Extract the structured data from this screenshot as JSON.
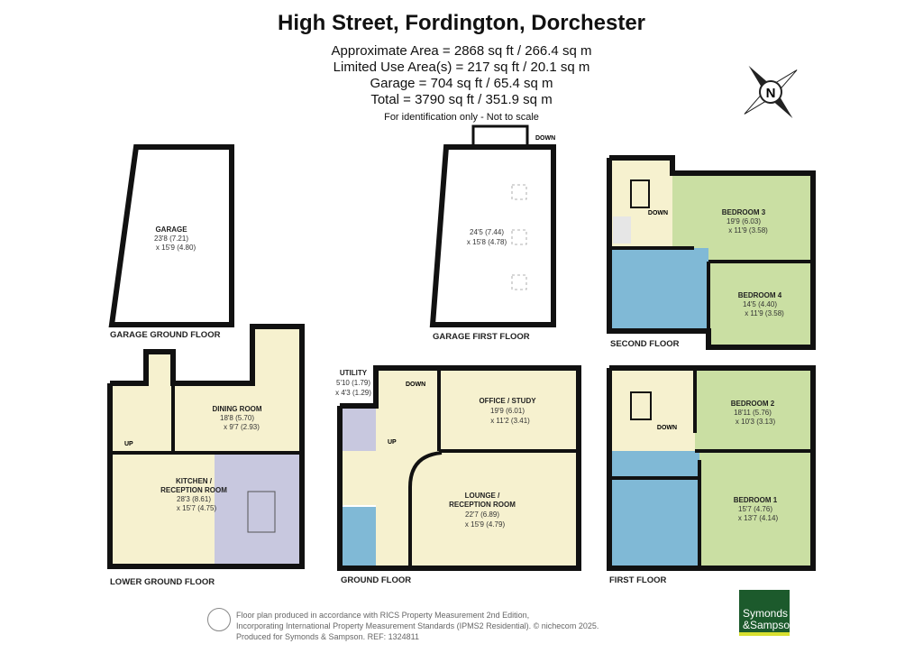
{
  "header": {
    "title": "High Street, Fordington, Dorchester",
    "approx_area": "Approximate Area = 2868 sq ft / 266.4 sq m",
    "limited_use": "Limited Use Area(s) = 217 sq ft / 20.1 sq m",
    "garage": "Garage = 704 sq ft / 65.4 sq m",
    "total": "Total = 3790 sq ft / 351.9 sq m",
    "note": "For identification only - Not to scale"
  },
  "compass": {
    "label": "N"
  },
  "floors": {
    "garage_ground": {
      "label": "GARAGE GROUND FLOOR",
      "rooms": [
        {
          "name": "GARAGE",
          "dim1": "23'8 (7.21)",
          "dim2": "x 15'9 (4.80)"
        }
      ]
    },
    "garage_first": {
      "label": "GARAGE FIRST FLOOR",
      "down": "DOWN",
      "rooms": [
        {
          "name": "",
          "dim1": "24'5 (7.44)",
          "dim2": "x 15'8 (4.78)"
        }
      ]
    },
    "second": {
      "label": "SECOND FLOOR",
      "down": "DOWN",
      "rooms": [
        {
          "name": "BEDROOM 3",
          "dim1": "19'9 (6.03)",
          "dim2": "x 11'9 (3.58)"
        },
        {
          "name": "BEDROOM 4",
          "dim1": "14'5 (4.40)",
          "dim2": "x 11'9 (3.58)"
        }
      ]
    },
    "lower_ground": {
      "label": "LOWER GROUND FLOOR",
      "up": "UP",
      "rooms": [
        {
          "name": "DINING ROOM",
          "dim1": "18'8 (5.70)",
          "dim2": "x 9'7 (2.93)"
        },
        {
          "name": "KITCHEN /",
          "name2": "RECEPTION ROOM",
          "dim1": "28'3 (8.61)",
          "dim2": "x 15'7 (4.75)"
        }
      ]
    },
    "ground": {
      "label": "GROUND FLOOR",
      "up": "UP",
      "down": "DOWN",
      "rooms": [
        {
          "name": "UTILITY",
          "dim1": "5'10 (1.79)",
          "dim2": "x 4'3 (1.29)"
        },
        {
          "name": "OFFICE / STUDY",
          "dim1": "19'9 (6.01)",
          "dim2": "x 11'2 (3.41)"
        },
        {
          "name": "LOUNGE /",
          "name2": "RECEPTION ROOM",
          "dim1": "22'7 (6.89)",
          "dim2": "x 15'9 (4.79)"
        }
      ]
    },
    "first": {
      "label": "FIRST FLOOR",
      "down": "DOWN",
      "rooms": [
        {
          "name": "BEDROOM 2",
          "dim1": "18'11 (5.76)",
          "dim2": "x 10'3 (3.13)"
        },
        {
          "name": "BEDROOM 1",
          "dim1": "15'7 (4.76)",
          "dim2": "x 13'7 (4.14)"
        }
      ]
    }
  },
  "footer": {
    "line1": "Floor plan produced in accordance with RICS Property Measurement 2nd Edition,",
    "line2": "Incorporating International Property Measurement Standards (IPMS2 Residential).   © nichecom 2025.",
    "line3": "Produced for Symonds & Sampson.   REF: 1324811",
    "logo_line1": "Symonds",
    "logo_line2": "&Sampson"
  },
  "colors": {
    "wall": "#111111",
    "garage": "#bebcbf",
    "cream": "#f6f1cf",
    "green": "#cadfa3",
    "blue": "#80b9d6",
    "kitchen": "#c8c8df",
    "logo": "#1c5a2c"
  }
}
